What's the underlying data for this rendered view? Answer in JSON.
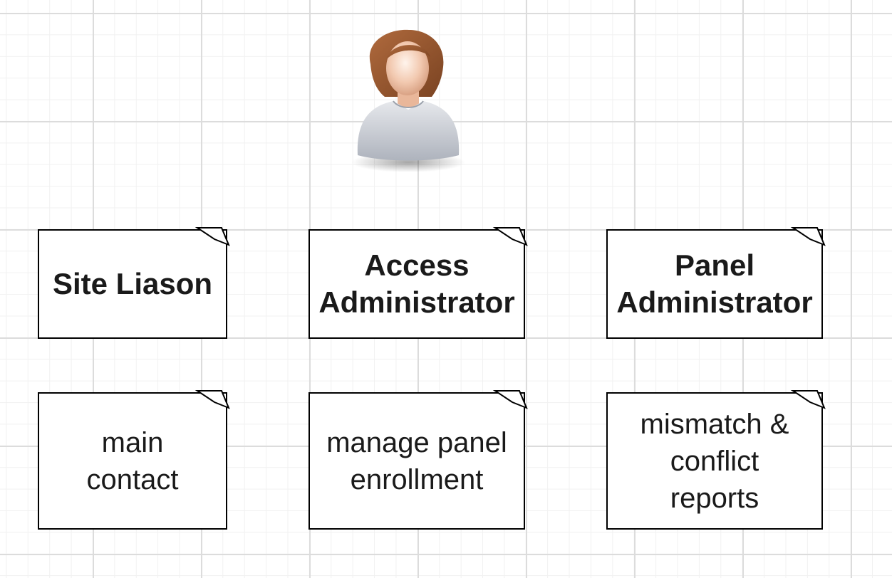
{
  "diagram": {
    "actor": {
      "icon": "user-avatar-icon"
    },
    "roles": [
      {
        "id": "site-liason",
        "label": "Site Liason"
      },
      {
        "id": "access-administrator",
        "label": "Access\nAdministrator"
      },
      {
        "id": "panel-administrator",
        "label": "Panel\nAdministrator"
      }
    ],
    "responsibilities": [
      {
        "id": "main-contact",
        "label": "main\ncontact"
      },
      {
        "id": "manage-panel-enrollment",
        "label": "manage panel\nenrollment"
      },
      {
        "id": "mismatch-conflict-reports",
        "label": "mismatch &\nconflict\nreports"
      }
    ]
  }
}
